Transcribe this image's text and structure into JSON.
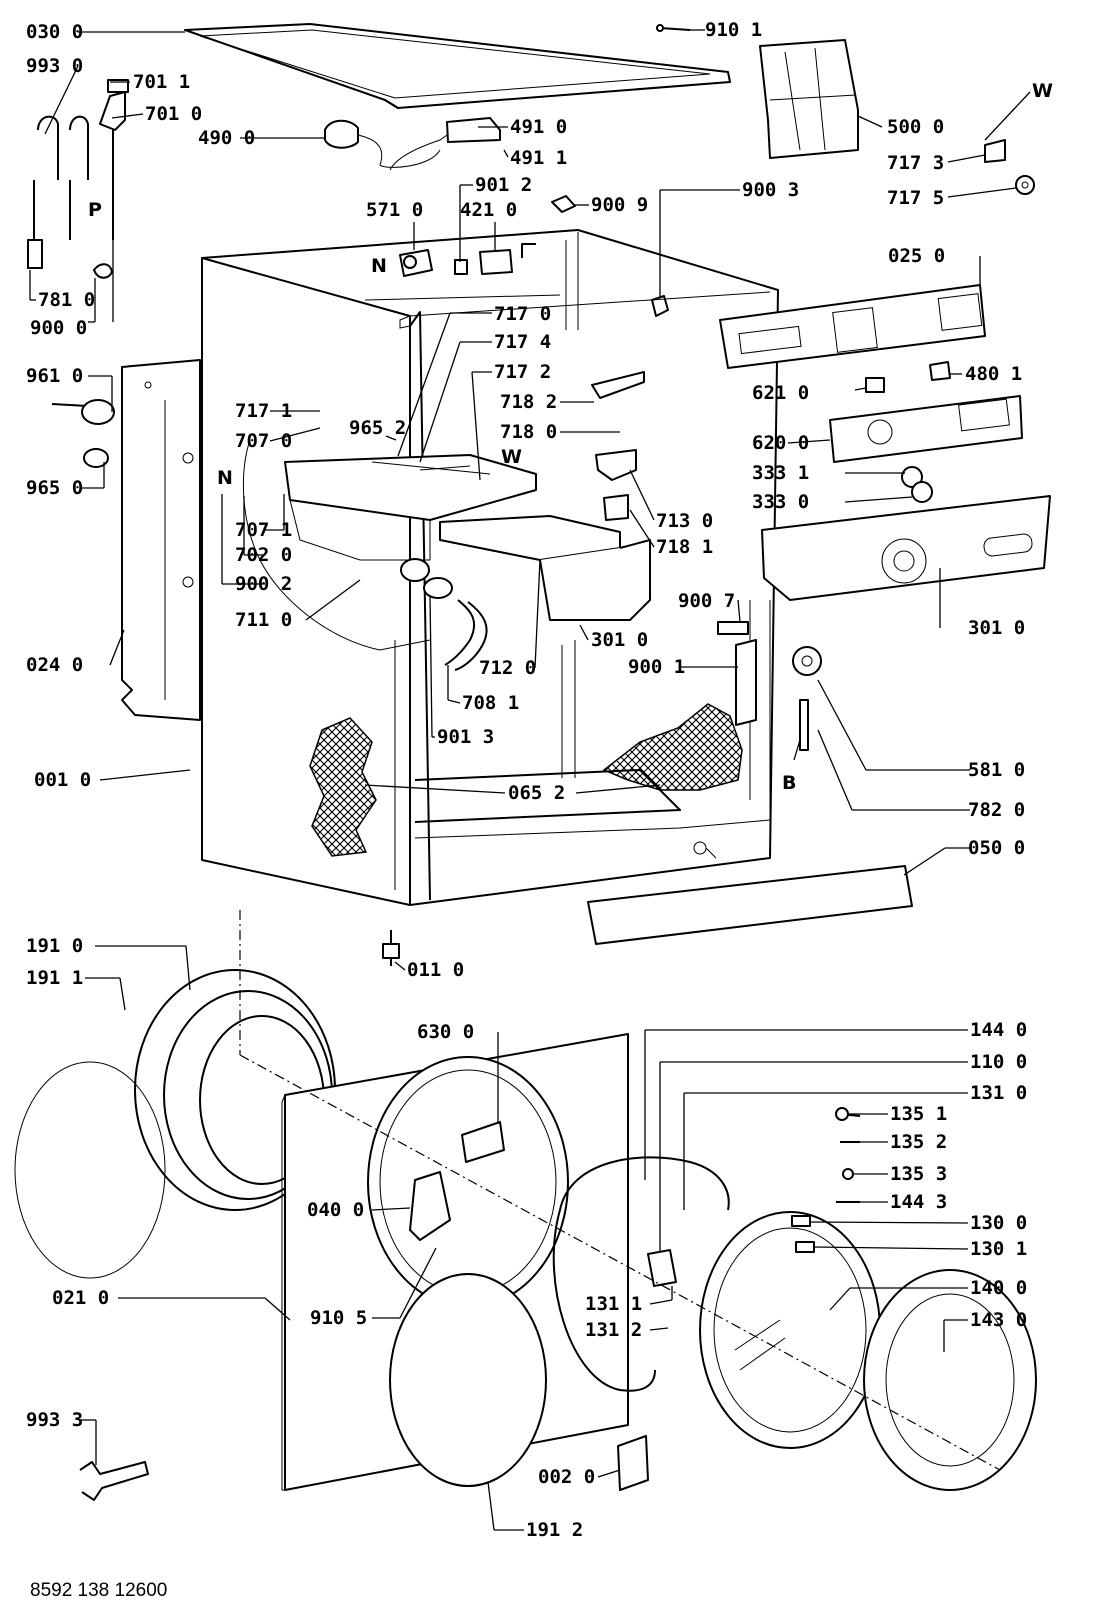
{
  "document_number": "8592 138 12600",
  "letters": {
    "n1": "N",
    "w1": "W",
    "p": "P",
    "n2": "N",
    "w2": "W",
    "b": "B"
  },
  "labels": {
    "p0300": "030 0",
    "p9101": "910 1",
    "p9930": "993 0",
    "p7011": "701 1",
    "p7010": "701 0",
    "p4900": "490 0",
    "p4910": "491 0",
    "p4911": "491 1",
    "p5000": "500 0",
    "p7173": "717 3",
    "p7175": "717 5",
    "p9012": "901 2",
    "p5710": "571 0",
    "p4210": "421 0",
    "p9009": "900 9",
    "p9003": "900 3",
    "p0250": "025 0",
    "p7810": "781 0",
    "p9000": "900 0",
    "p7170": "717 0",
    "p7174": "717 4",
    "p6210": "621 0",
    "p4801": "480 1",
    "p9610": "961 0",
    "p7172": "717 2",
    "p7182": "718 2",
    "p7171": "717 1",
    "p7070": "707 0",
    "p9652": "965 2",
    "p7180": "718 0",
    "p6200": "620 0",
    "p3331": "333 1",
    "p3330": "333 0",
    "p9650": "965 0",
    "p7130": "713 0",
    "p7071": "707 1",
    "p7181": "718 1",
    "p7020": "702 0",
    "p9002": "900 2",
    "p7110": "711 0",
    "p3010a": "301 0",
    "p9007": "900 7",
    "p3010b": "301 0",
    "p0240": "024 0",
    "p7120": "712 0",
    "p9001": "900 1",
    "p7081": "708 1",
    "p9013": "901 3",
    "p0010": "001 0",
    "p0652": "065 2",
    "p5810": "581 0",
    "p7820": "782 0",
    "p0500": "050 0",
    "p1910": "191 0",
    "p1911": "191 1",
    "p0110": "011 0",
    "p6300": "630 0",
    "p1440": "144 0",
    "p1100": "110 0",
    "p1310": "131 0",
    "p1351": "135 1",
    "p1352": "135 2",
    "p1353": "135 3",
    "p1443": "144 3",
    "p0400": "040 0",
    "p1300": "130 0",
    "p1301": "130 1",
    "p0210": "021 0",
    "p1400": "140 0",
    "p1311": "131 1",
    "p9105": "910 5",
    "p1312": "131 2",
    "p1430": "143 0",
    "p9933": "993 3",
    "p0020": "002 0",
    "p1912": "191 2"
  }
}
